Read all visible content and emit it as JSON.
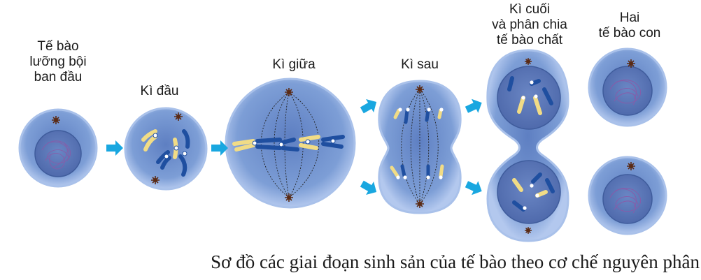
{
  "stages": [
    {
      "id": "initial",
      "lines": [
        "Tế bào",
        "lưỡng bội",
        "ban đầu"
      ]
    },
    {
      "id": "prophase",
      "lines": [
        "Kì đầu"
      ]
    },
    {
      "id": "metaphase",
      "lines": [
        "Kì giữa"
      ]
    },
    {
      "id": "anaphase",
      "lines": [
        "Kì sau"
      ]
    },
    {
      "id": "telophase",
      "lines": [
        "Kì cuối",
        "và phân chia",
        "tế bào chất"
      ]
    },
    {
      "id": "daughters",
      "lines": [
        "Hai",
        "tế bào con"
      ]
    }
  ],
  "caption": "Sơ đồ các giai đoạn sinh sản của tế bào theo cơ chế nguyên phân",
  "colors": {
    "cell_fill": "#7d9ed6",
    "cell_rim": "#a9c1ea",
    "nucleus_fill": "#6585c4",
    "chromosome_blue": "#1f4fa0",
    "chromosome_yellow": "#f1dc86",
    "centrosome": "#5a2a14",
    "arrow": "#19a7e0",
    "chromatin": "#7a4a9a"
  }
}
